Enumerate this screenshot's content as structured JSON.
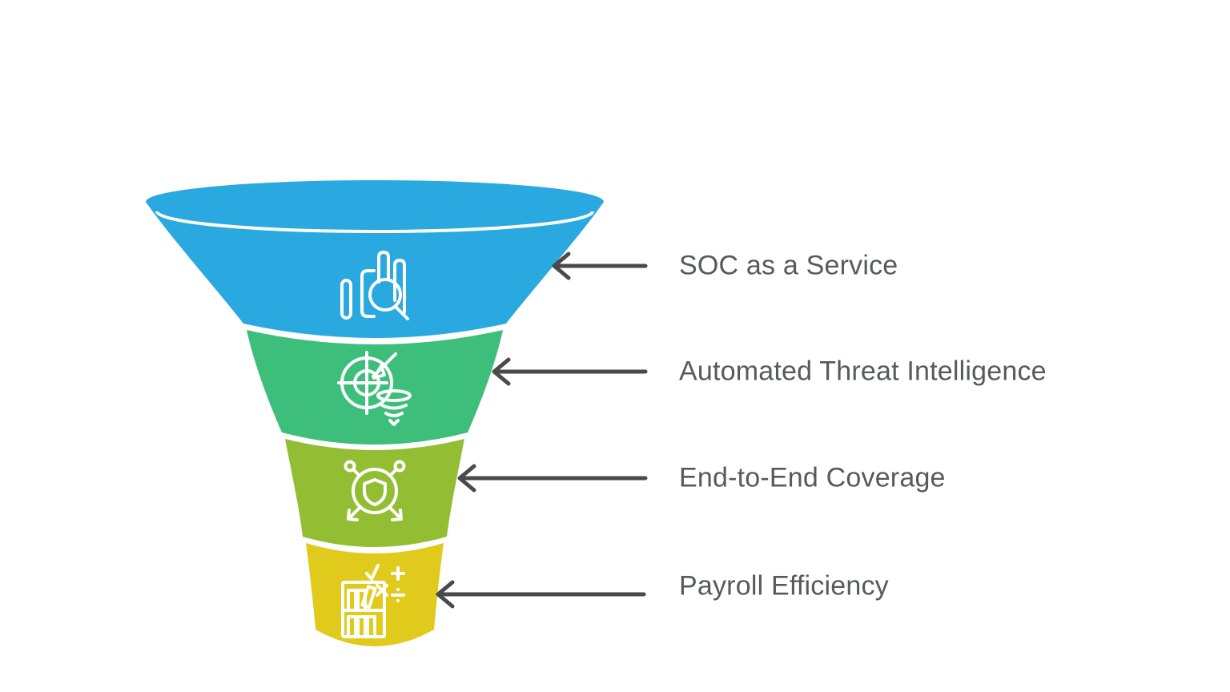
{
  "diagram": {
    "type": "funnel",
    "background": "#FFFFFF",
    "label_color": "#58595B",
    "arrow_color": "#4A4A4C",
    "levels": [
      {
        "label": "SOC as a Service",
        "color": "#29A9E0",
        "icon": "bar-chart-search-icon"
      },
      {
        "label": "Automated Threat Intelligence",
        "color": "#3DBE7B",
        "icon": "radar-tornado-icon"
      },
      {
        "label": "End-to-End Coverage",
        "color": "#93BE33",
        "icon": "shield-network-icon"
      },
      {
        "label": "Payroll Efficiency",
        "color": "#E0CB1D",
        "icon": "bookshelf-math-icon"
      }
    ]
  }
}
